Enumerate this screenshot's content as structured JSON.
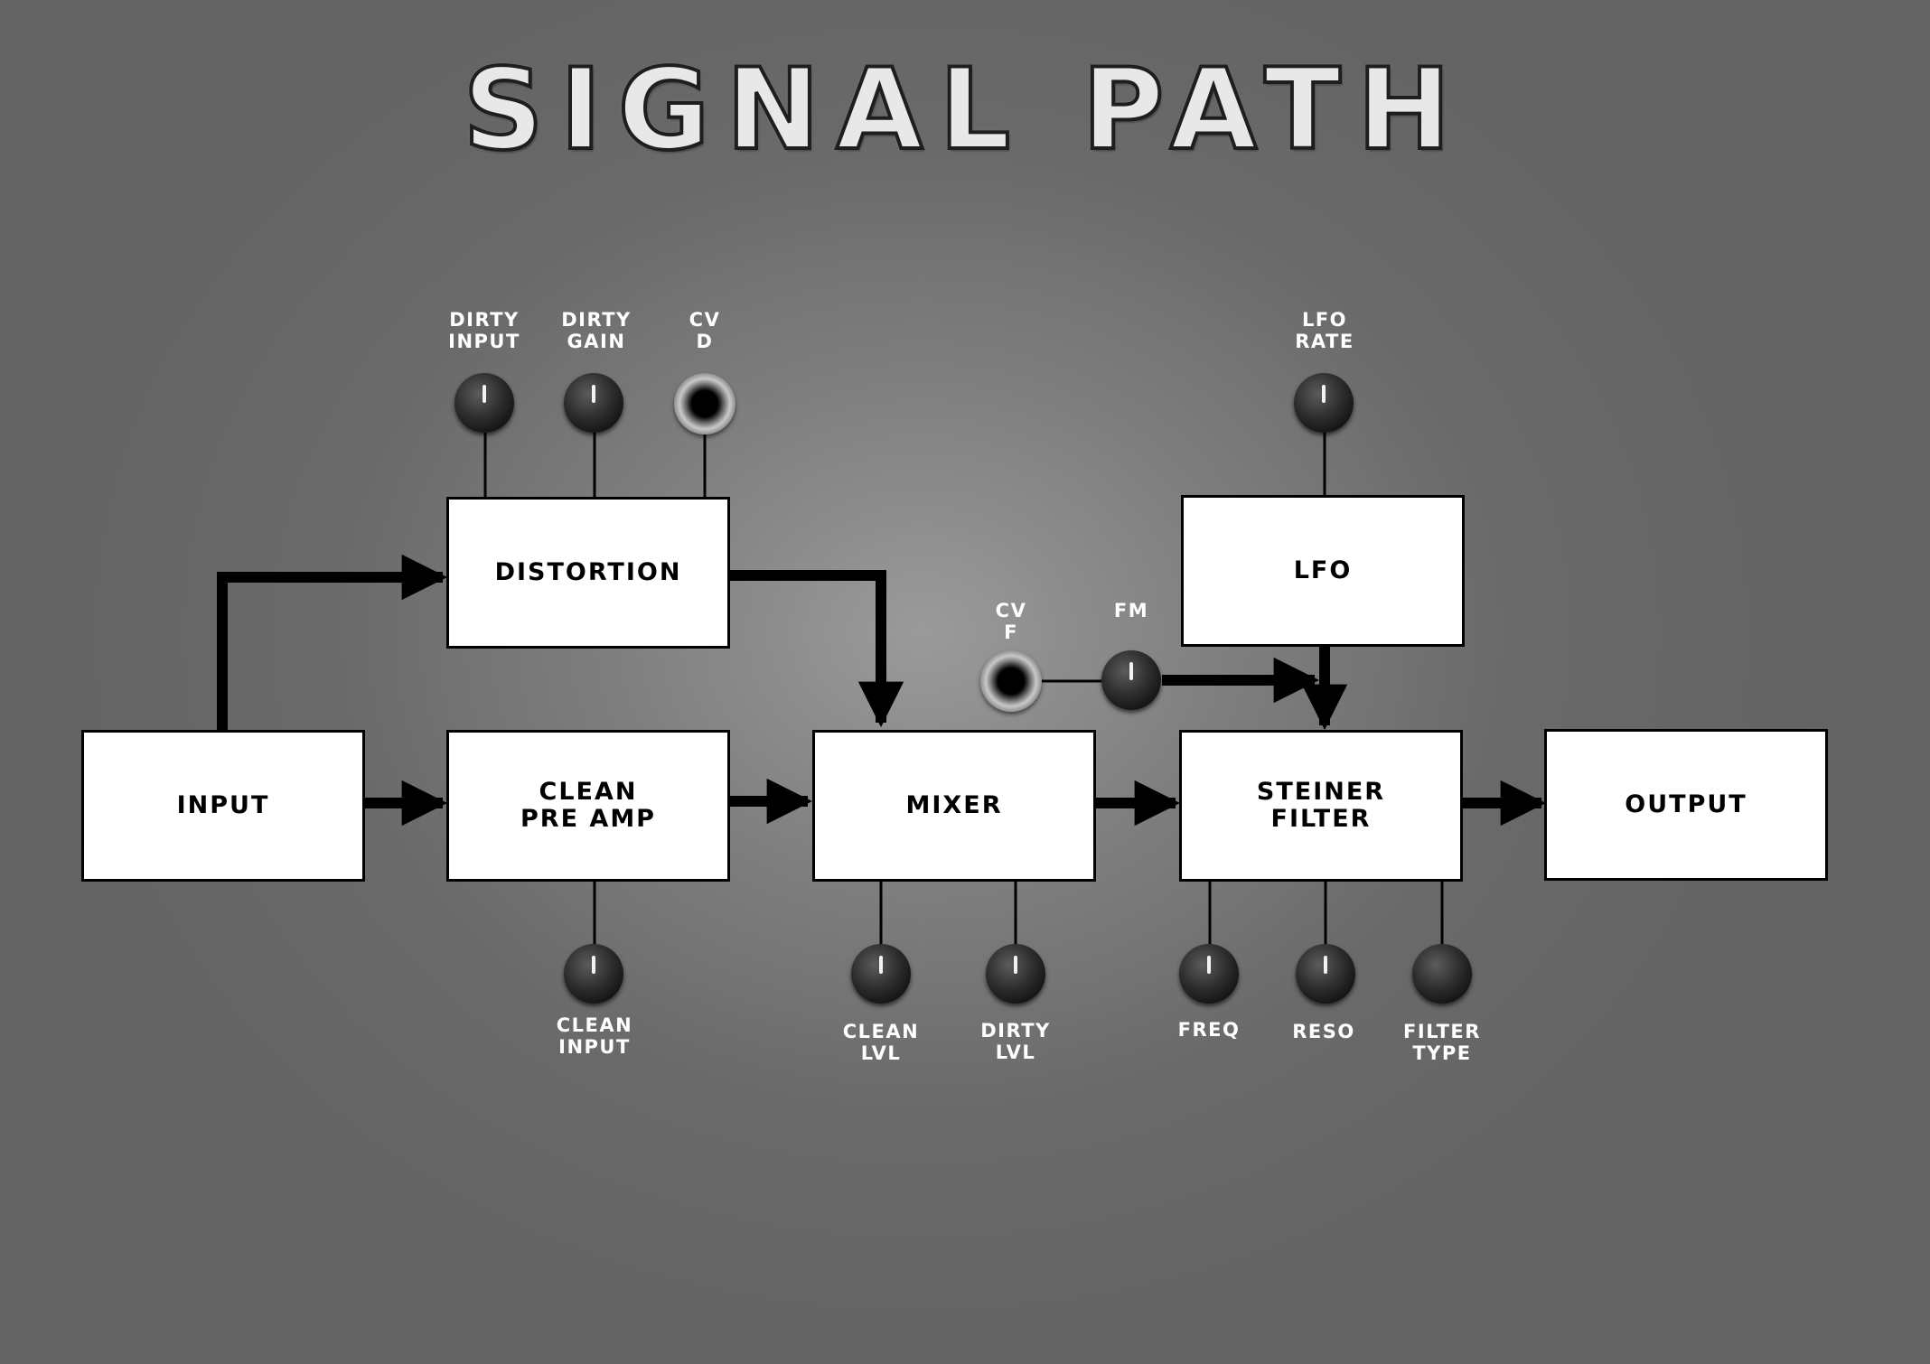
{
  "title": "SIGNAL PATH",
  "blocks": {
    "input": "INPUT",
    "distortion": "DISTORTION",
    "clean_pre_amp": "CLEAN\nPRE AMP",
    "mixer": "MIXER",
    "lfo": "LFO",
    "steiner_filter": "STEINER\nFILTER",
    "output": "OUTPUT"
  },
  "controls": {
    "dirty_input": "DIRTY\nINPUT",
    "dirty_gain": "DIRTY\nGAIN",
    "cv_d": "CV\nD",
    "lfo_rate": "LFO\nRATE",
    "cv_f": "CV\nF",
    "fm": "FM",
    "clean_input": "CLEAN\nINPUT",
    "clean_lvl": "CLEAN\nLVL",
    "dirty_lvl": "DIRTY\nLVL",
    "freq": "FREQ",
    "reso": "RESO",
    "filter_type": "FILTER\nTYPE"
  },
  "colors": {
    "block_fill": "#ffffff",
    "block_border": "#000000",
    "wire": "#000000",
    "label_text": "#ffffff"
  },
  "icons": {
    "knob": "rotary-knob-icon",
    "jack": "cv-jack-icon"
  }
}
